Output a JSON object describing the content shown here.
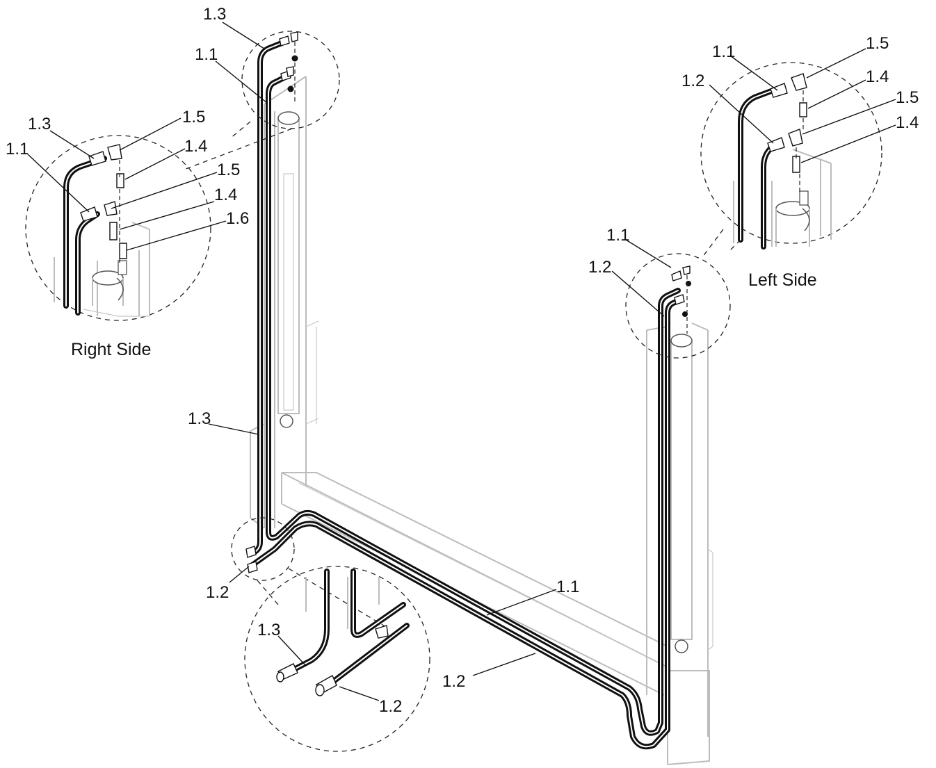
{
  "captions": {
    "right_side": "Right Side",
    "left_side": "Left Side"
  },
  "callouts": {
    "main_top_1_3": "1.3",
    "main_top_1_1": "1.1",
    "main_mid_1_3": "1.3",
    "main_bottom_1_2": "1.2",
    "main_crossbar_1_1": "1.1",
    "main_crossbar_1_2": "1.2",
    "main_left_col_1_1": "1.1",
    "main_left_col_1_2": "1.2",
    "rs_1_3": "1.3",
    "rs_1_1": "1.1",
    "rs_1_5_a": "1.5",
    "rs_1_4_a": "1.4",
    "rs_1_5_b": "1.5",
    "rs_1_4_b": "1.4",
    "rs_1_6": "1.6",
    "ls_1_1": "1.1",
    "ls_1_2": "1.2",
    "ls_1_5_a": "1.5",
    "ls_1_4_a": "1.4",
    "ls_1_5_b": "1.5",
    "ls_1_4_b": "1.4",
    "bd_1_3": "1.3",
    "bd_1_2": "1.2"
  }
}
